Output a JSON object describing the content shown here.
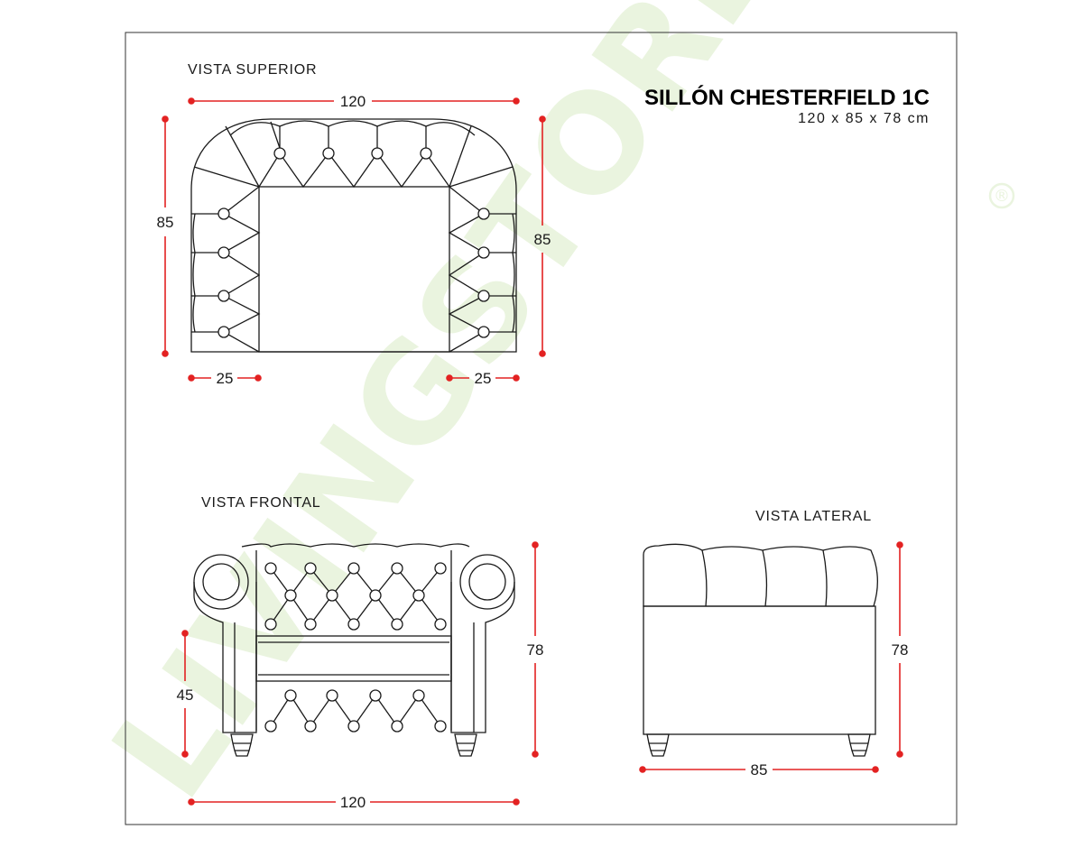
{
  "title": "SILLÓN CHESTERFIELD 1C",
  "subtitle": "120 x 85 x 78 cm",
  "views": {
    "top": "VISTA SUPERIOR",
    "front": "VISTA FRONTAL",
    "side": "VISTA LATERAL"
  },
  "dimensions": {
    "top_width": "120",
    "top_depth_left": "85",
    "top_depth_right": "85",
    "arm_left": "25",
    "arm_right": "25",
    "front_height": "78",
    "seat_height": "45",
    "front_width": "120",
    "side_height": "78",
    "side_depth": "85"
  },
  "watermark": {
    "text": "LIVINGSTORE",
    "mark": "®"
  },
  "colors": {
    "line": "#1a1a1a",
    "dimension": "#e32222",
    "watermark": "#eaf4df"
  }
}
